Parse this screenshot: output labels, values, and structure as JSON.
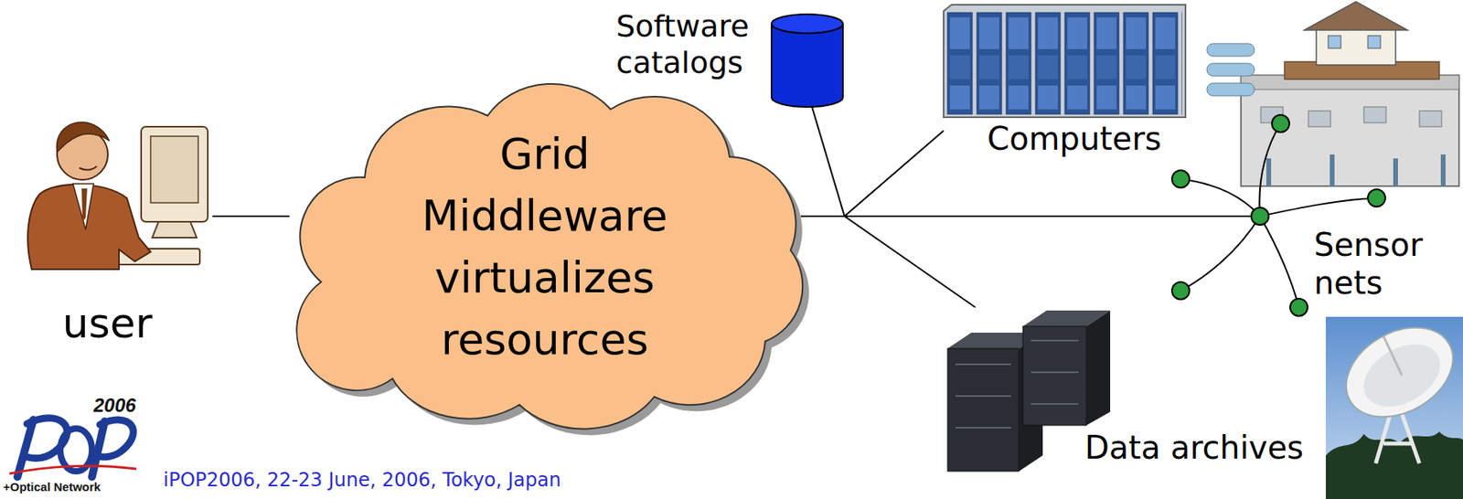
{
  "diagram": {
    "nodes": [
      {
        "text": [
          "user"
        ]
      },
      {
        "text": [
          "Grid Middleware virtualizes resources"
        ]
      },
      {
        "text": [
          "Software catalogs"
        ]
      },
      {
        "text": [
          "Computers"
        ]
      },
      {
        "text": [
          "Sensor nets"
        ]
      },
      {
        "text": [
          "Data archives"
        ]
      }
    ],
    "edges": [
      {
        "from": 0,
        "to": 1,
        "arrow": "none"
      },
      {
        "from": 1,
        "to": 2,
        "arrow": "none"
      },
      {
        "from": 1,
        "to": 3,
        "arrow": "none"
      },
      {
        "from": 1,
        "to": 4,
        "arrow": "none"
      },
      {
        "from": 1,
        "to": 5,
        "arrow": "none"
      }
    ],
    "labels": [
      "2006",
      "+Optical Network",
      "iPOP2006, 22-23 June, 2006, Tokyo, Japan"
    ]
  }
}
